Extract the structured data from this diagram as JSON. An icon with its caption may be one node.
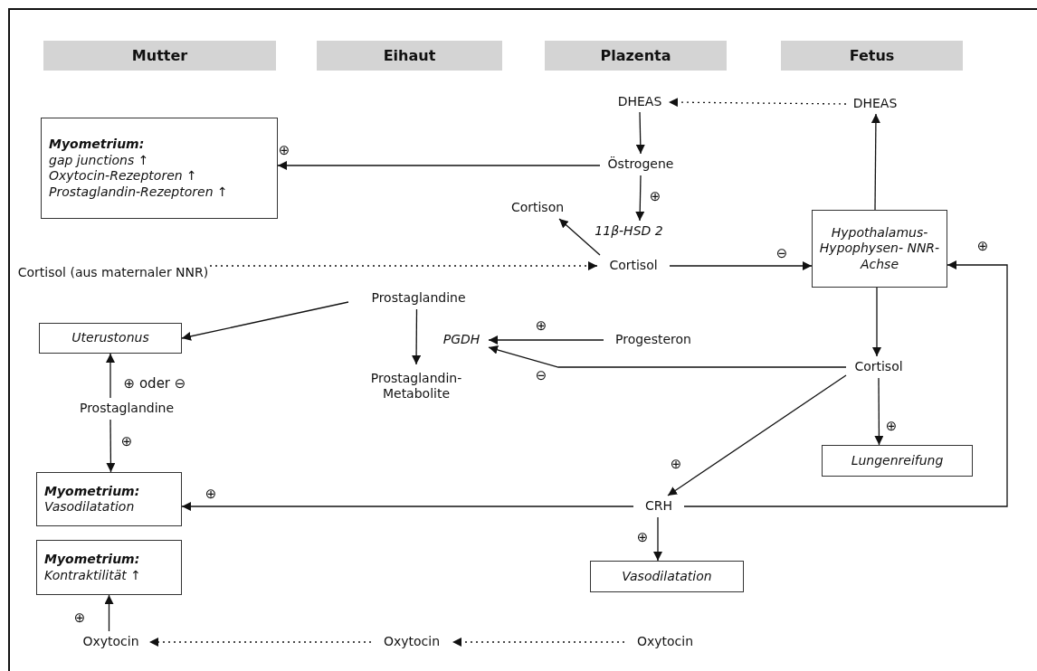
{
  "diagram": {
    "nodes": [
      {
        "text": [
          "Mutter"
        ]
      },
      {
        "text": [
          "Eihaut"
        ]
      },
      {
        "text": [
          "Plazenta"
        ]
      },
      {
        "text": [
          "Fetus"
        ]
      },
      {
        "text": [
          "DHEAS"
        ]
      },
      {
        "text": [
          "DHEAS"
        ]
      },
      {
        "text": [
          "Myometrium:",
          "gap junctions ↑",
          "Oxytocin-Rezeptoren ↑",
          "Prostaglandin-Rezeptoren ↑"
        ]
      },
      {
        "text": [
          "Östrogene"
        ]
      },
      {
        "text": [
          "Cortison"
        ]
      },
      {
        "text": [
          "11β-HSD 2"
        ]
      },
      {
        "text": [
          "Cortisol (aus maternaler NNR)"
        ]
      },
      {
        "text": [
          "Cortisol"
        ]
      },
      {
        "text": [
          "Hypothalamus- Hypophysen- NNR-Achse"
        ]
      },
      {
        "text": [
          "Prostaglandine"
        ]
      },
      {
        "text": [
          "Uterustonus"
        ]
      },
      {
        "text": [
          "PGDH"
        ]
      },
      {
        "text": [
          "Progesteron"
        ]
      },
      {
        "text": [
          "Prostaglandin- Metabolite"
        ]
      },
      {
        "text": [
          "Cortisol"
        ]
      },
      {
        "text": [
          "Prostaglandine"
        ]
      },
      {
        "text": [
          "Lungenreifung"
        ]
      },
      {
        "text": [
          "CRH"
        ]
      },
      {
        "text": [
          "Myometrium:",
          "Vasodilatation"
        ]
      },
      {
        "text": [
          "Myometrium:",
          "Kontraktilität ↑"
        ]
      },
      {
        "text": [
          "Vasodilatation"
        ]
      },
      {
        "text": [
          "Oxytocin"
        ]
      },
      {
        "text": [
          "Oxytocin"
        ]
      },
      {
        "text": [
          "Oxytocin"
        ]
      }
    ],
    "edges": [
      {
        "from": 5,
        "to": 4,
        "arrow": "to",
        "style": "dashed"
      },
      {
        "from": 12,
        "to": 5,
        "arrow": "to"
      },
      {
        "from": 4,
        "to": 7,
        "arrow": "to"
      },
      {
        "from": 7,
        "to": 6,
        "arrow": "to",
        "label": "⊕"
      },
      {
        "from": 7,
        "to": 9,
        "arrow": "to",
        "label": "⊕"
      },
      {
        "from": 11,
        "to": 8,
        "arrow": "to"
      },
      {
        "from": 10,
        "to": 11,
        "arrow": "to",
        "style": "dashed"
      },
      {
        "from": 11,
        "to": 12,
        "arrow": "to",
        "label": "⊖"
      },
      {
        "from": 21,
        "to": 12,
        "arrow": "to",
        "label": "⊕"
      },
      {
        "from": 13,
        "to": 14,
        "arrow": "to"
      },
      {
        "from": 13,
        "to": 17,
        "arrow": "to"
      },
      {
        "from": 16,
        "to": 15,
        "arrow": "to",
        "label": "⊕"
      },
      {
        "from": 18,
        "to": 15,
        "arrow": "to",
        "label": "⊖"
      },
      {
        "from": 12,
        "to": 18,
        "arrow": "to"
      },
      {
        "from": 18,
        "to": 21,
        "arrow": "to",
        "label": "⊕"
      },
      {
        "from": 18,
        "to": 20,
        "arrow": "to",
        "label": "⊕"
      },
      {
        "from": 19,
        "to": 14,
        "arrow": "to",
        "label": "⊕ oder ⊖"
      },
      {
        "from": 19,
        "to": 22,
        "arrow": "to",
        "label": "⊕"
      },
      {
        "from": 21,
        "to": 22,
        "arrow": "to",
        "label": "⊕"
      },
      {
        "from": 21,
        "to": 24,
        "arrow": "to",
        "label": "⊕"
      },
      {
        "from": 25,
        "to": 23,
        "arrow": "to",
        "label": "⊕"
      },
      {
        "from": 26,
        "to": 25,
        "arrow": "to",
        "style": "dashed"
      },
      {
        "from": 27,
        "to": 26,
        "arrow": "to",
        "style": "dashed"
      }
    ]
  }
}
